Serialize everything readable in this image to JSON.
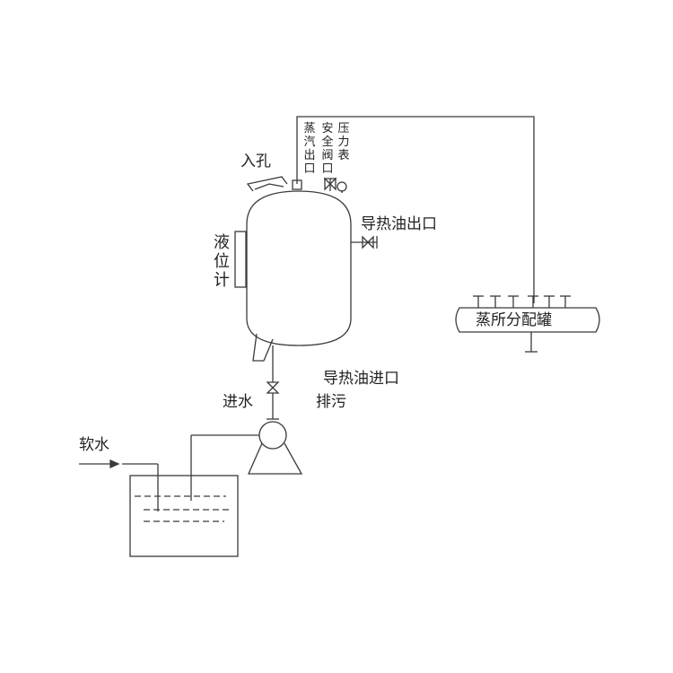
{
  "labels": {
    "manhole": "入孔",
    "steam_outlet": "蒸汽出口",
    "safety_valve": "安全阀口",
    "pressure_gauge": "压力表",
    "level_gauge": "液位计",
    "oil_outlet": "导热油出口",
    "oil_inlet": "导热油进口",
    "drain": "排污",
    "water_in": "进水",
    "soft_water": "软水",
    "distributor": "蒸所分配罐"
  },
  "colors": {
    "line": "#3a3a3a",
    "background": "#ffffff"
  }
}
